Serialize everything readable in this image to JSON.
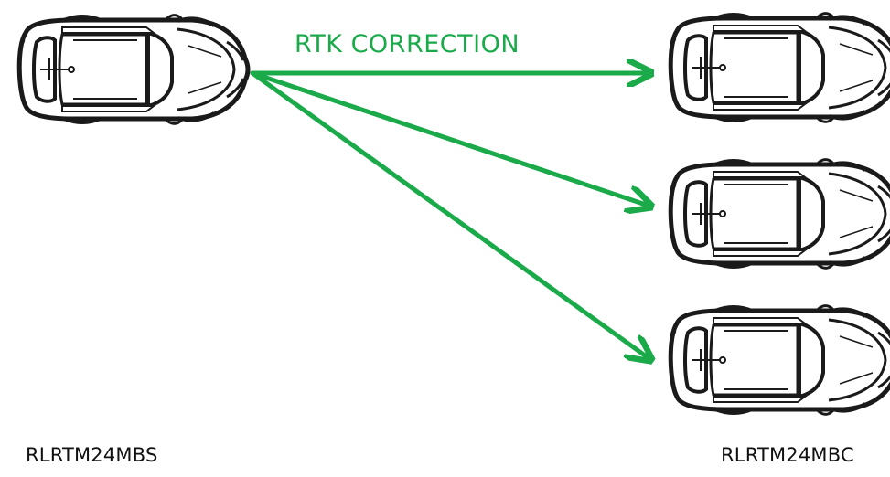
{
  "diagram": {
    "title": "RTK CORRECTION",
    "base_label": "RLRTM24MBS",
    "rover_label": "RLRTM24MBC",
    "arrow_color": "#1aaa4a",
    "car_color": "#1a1a1a",
    "nodes": [
      {
        "id": "base",
        "role": "base-station-car",
        "icon": "car-top-view-icon"
      },
      {
        "id": "rover-1",
        "role": "rover-car",
        "icon": "car-top-view-icon"
      },
      {
        "id": "rover-2",
        "role": "rover-car",
        "icon": "car-top-view-icon"
      },
      {
        "id": "rover-3",
        "role": "rover-car",
        "icon": "car-top-view-icon"
      }
    ],
    "edges": [
      {
        "from": "base",
        "to": "rover-1"
      },
      {
        "from": "base",
        "to": "rover-2"
      },
      {
        "from": "base",
        "to": "rover-3"
      }
    ]
  }
}
